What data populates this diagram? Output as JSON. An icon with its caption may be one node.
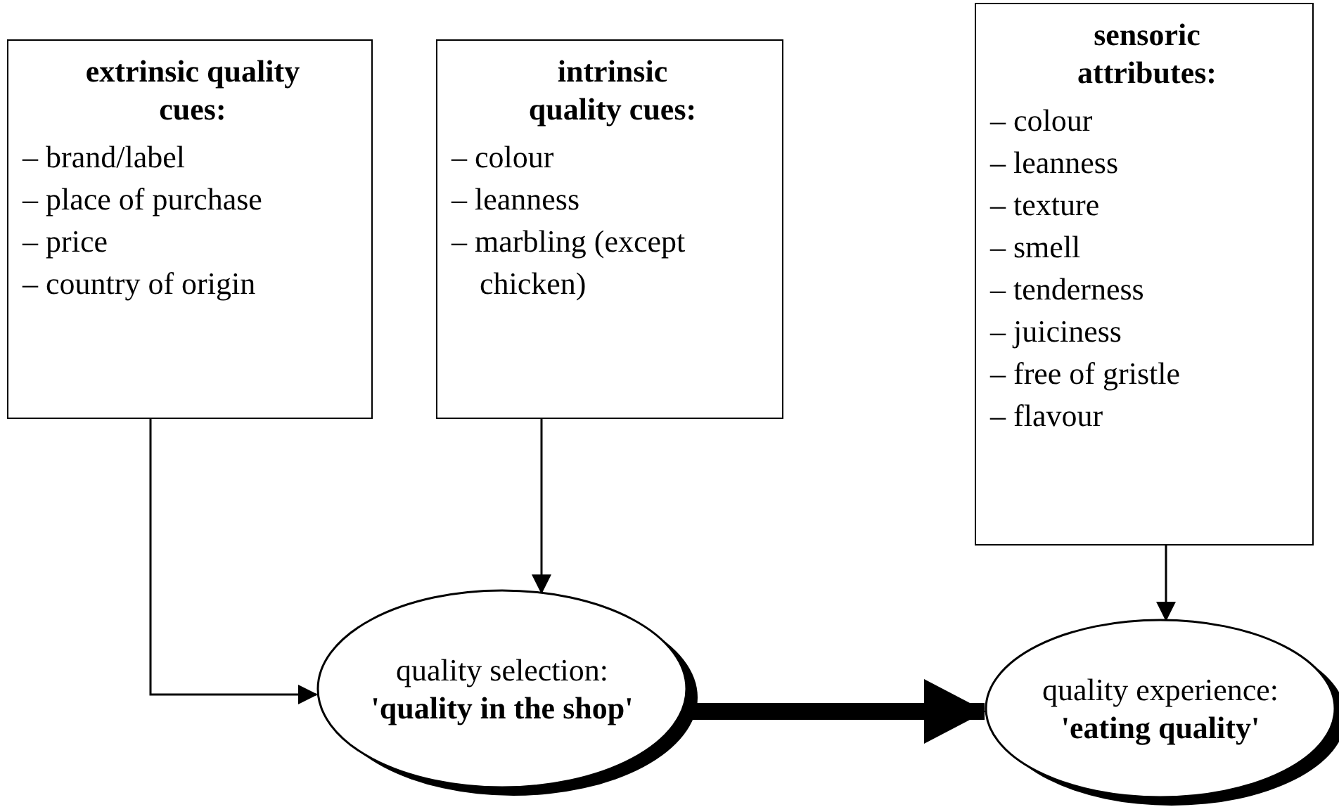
{
  "diagram": {
    "nodes": [
      {
        "text": [
          "extrinsic quality cues:",
          "– brand/label",
          "– place of purchase",
          "– price",
          "– country of origin"
        ]
      },
      {
        "text": [
          "intrinsic quality cues:",
          "– colour",
          "– leanness",
          "– marbling (except chicken)"
        ]
      },
      {
        "text": [
          "sensoric attributes:",
          "– colour",
          "– leanness",
          "– texture",
          "– smell",
          "– tenderness",
          "– juiciness",
          "– free of gristle",
          "– flavour"
        ]
      },
      {
        "text": [
          "quality selection:",
          "'quality in the shop'"
        ]
      },
      {
        "text": [
          "quality experience:",
          "'eating quality'"
        ]
      }
    ],
    "edges": [
      {
        "from": 0,
        "to": 3,
        "arrow": "to"
      },
      {
        "from": 1,
        "to": 3,
        "arrow": "to"
      },
      {
        "from": 2,
        "to": 4,
        "arrow": "to"
      },
      {
        "from": 3,
        "to": 4,
        "arrow": "to",
        "style": "thick"
      }
    ]
  }
}
